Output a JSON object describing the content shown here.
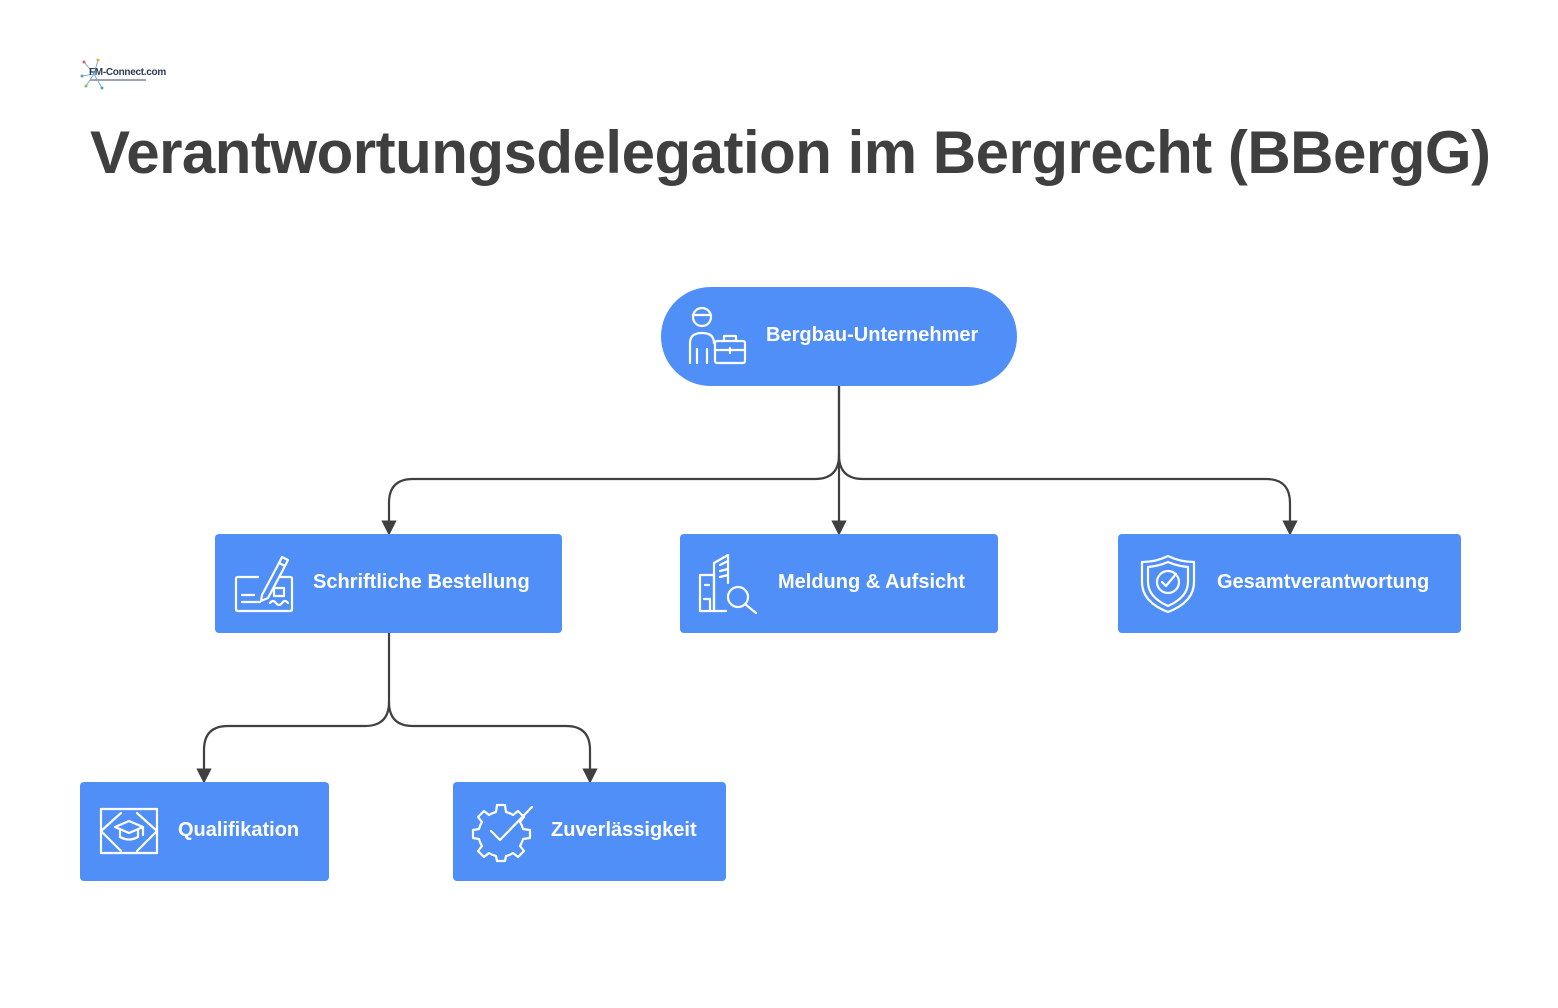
{
  "logo": {
    "text": "FM-Connect.com"
  },
  "title": "Verantwortungsdelegation im Bergrecht (BBergG)",
  "colors": {
    "node_fill": "#4f8ff7",
    "node_text": "#ffffff",
    "connector": "#404040",
    "title": "#3f3f3f"
  },
  "nodes": {
    "root": {
      "label": "Bergbau-Unternehmer",
      "icon": "worker-briefcase-icon"
    },
    "written": {
      "label": "Schriftliche Bestellung",
      "icon": "signed-document-icon"
    },
    "report": {
      "label": "Meldung & Aufsicht",
      "icon": "building-search-icon"
    },
    "overall": {
      "label": "Gesamtverantwortung",
      "icon": "shield-check-icon"
    },
    "qualification": {
      "label": "Qualifikation",
      "icon": "graduation-cap-icon"
    },
    "reliability": {
      "label": "Zuverlässigkeit",
      "icon": "gear-check-icon"
    }
  }
}
